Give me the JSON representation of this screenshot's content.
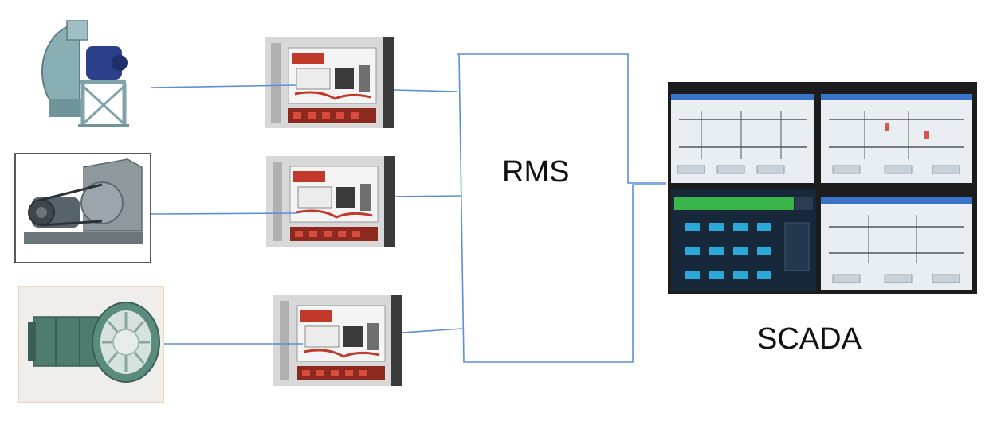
{
  "nodes": {
    "rms_label": "RMS",
    "scada_label": "SCADA",
    "fans": [
      {
        "name": "centrifugal-fan",
        "framed": false
      },
      {
        "name": "belt-driven-fan",
        "framed": true
      },
      {
        "name": "axial-fan",
        "framed": true
      }
    ],
    "panels": [
      {
        "name": "control-panel-1"
      },
      {
        "name": "control-panel-2"
      },
      {
        "name": "control-panel-3"
      }
    ]
  },
  "colors": {
    "connector": "#5b8fd6",
    "fan_body": "#7fa3a8",
    "fan_dark": "#4e6e74",
    "motor": "#2b3f8a",
    "panel_frame": "#d8d8d8",
    "panel_red": "#c0392b",
    "panel_dark": "#3a3a3a",
    "screen_bezel": "#1c1c1c",
    "screen_bg": "#e9eef2",
    "screen_header": "#3a74c9",
    "screen_dark": "#17283a",
    "screen_green": "#39b54a"
  }
}
